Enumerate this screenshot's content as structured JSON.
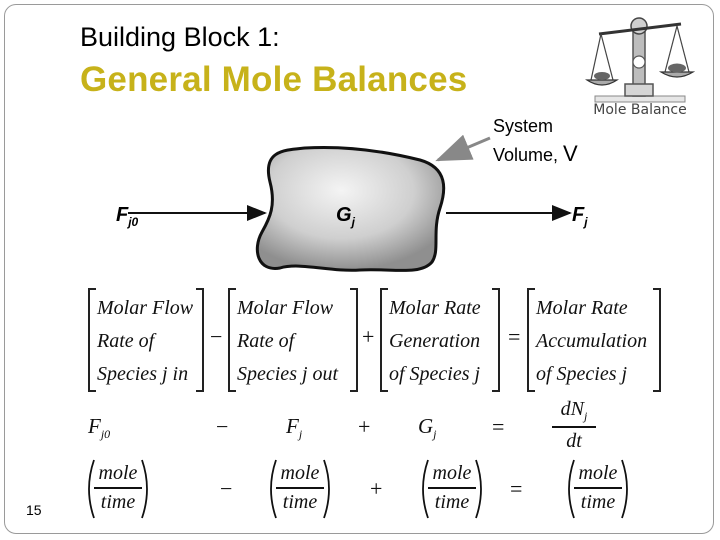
{
  "slide": {
    "subtitle": "Building Block 1:",
    "title": "General Mole Balances",
    "logo_text": "Mole Balance",
    "system_label_1": "System",
    "system_label_2": "Volume, ",
    "system_var": "V",
    "page_number": "15"
  },
  "diagram": {
    "inlet": {
      "sym": "F",
      "sub": "j0"
    },
    "generation": {
      "sym": "G",
      "sub": "j"
    },
    "outlet": {
      "sym": "F",
      "sub": "j"
    }
  },
  "equation": {
    "box1": [
      "Molar Flow",
      "Rate of",
      "Species  j in"
    ],
    "box2": [
      "Molar Flow",
      "Rate of",
      "Species  j out"
    ],
    "box3": [
      "Molar Rate",
      "Generation",
      "of Species  j"
    ],
    "box4": [
      "Molar Rate",
      "Accumulation",
      "of Species  j"
    ],
    "ops": [
      "−",
      "+",
      "="
    ],
    "symbols": {
      "t1": {
        "sym": "F",
        "sub": "j0"
      },
      "t2": {
        "sym": "F",
        "sub": "j"
      },
      "t3": {
        "sym": "G",
        "sub": "j"
      },
      "t4_num": "dN",
      "t4_num_sub": "j",
      "t4_den": "dt"
    },
    "units": {
      "num": "mole",
      "den": "time"
    }
  }
}
